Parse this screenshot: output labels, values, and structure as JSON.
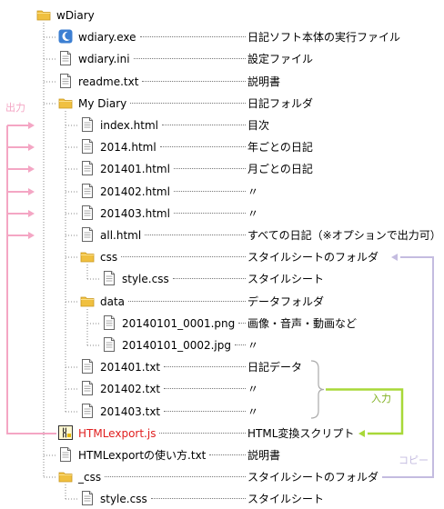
{
  "tree": [
    {
      "name": "wDiary",
      "desc": "",
      "icon": "folder-icon",
      "depth": 0,
      "key": "root"
    },
    {
      "name": "wdiary.exe",
      "desc": "日記ソフト本体の実行ファイル",
      "icon": "app-icon",
      "depth": 1,
      "key": "exe"
    },
    {
      "name": "wdiary.ini",
      "desc": "設定ファイル",
      "icon": "file-icon",
      "depth": 1,
      "key": "ini"
    },
    {
      "name": "readme.txt",
      "desc": "説明書",
      "icon": "file-icon",
      "depth": 1,
      "key": "readme"
    },
    {
      "name": "My Diary",
      "desc": "日記フォルダ",
      "icon": "folder-icon",
      "depth": 1,
      "key": "mydiary"
    },
    {
      "name": "index.html",
      "desc": "目次",
      "icon": "file-icon",
      "depth": 2,
      "key": "index"
    },
    {
      "name": "2014.html",
      "desc": "年ごとの日記",
      "icon": "file-icon",
      "depth": 2,
      "key": "y2014"
    },
    {
      "name": "201401.html",
      "desc": "月ごとの日記",
      "icon": "file-icon",
      "depth": 2,
      "key": "m01"
    },
    {
      "name": "201402.html",
      "desc": "〃",
      "icon": "file-icon",
      "depth": 2,
      "key": "m02"
    },
    {
      "name": "201403.html",
      "desc": "〃",
      "icon": "file-icon",
      "depth": 2,
      "key": "m03"
    },
    {
      "name": "all.html",
      "desc": "すべての日記（※オプションで出力可）",
      "icon": "file-icon",
      "depth": 2,
      "key": "all"
    },
    {
      "name": "css",
      "desc": "スタイルシートのフォルダ",
      "icon": "folder-icon",
      "depth": 2,
      "key": "css"
    },
    {
      "name": "style.css",
      "desc": "スタイルシート",
      "icon": "file-icon",
      "depth": 3,
      "key": "stylecss"
    },
    {
      "name": "data",
      "desc": "データフォルダ",
      "icon": "folder-icon",
      "depth": 2,
      "key": "data"
    },
    {
      "name": "20140101_0001.png",
      "desc": "画像・音声・動画など",
      "icon": "file-icon",
      "depth": 3,
      "key": "png"
    },
    {
      "name": "20140101_0002.jpg",
      "desc": "〃",
      "icon": "file-icon",
      "depth": 3,
      "key": "jpg"
    },
    {
      "name": "201401.txt",
      "desc": "日記データ",
      "icon": "file-icon",
      "depth": 2,
      "key": "t01"
    },
    {
      "name": "201402.txt",
      "desc": "〃",
      "icon": "file-icon",
      "depth": 2,
      "key": "t02"
    },
    {
      "name": "201403.txt",
      "desc": "〃",
      "icon": "file-icon",
      "depth": 2,
      "key": "t03"
    },
    {
      "name": "HTMLexport.js",
      "desc": "HTML変換スクリプト",
      "icon": "script-icon",
      "depth": 1,
      "key": "js",
      "highlight": true
    },
    {
      "name": "HTMLexportの使い方.txt",
      "desc": "説明書",
      "icon": "file-icon",
      "depth": 1,
      "key": "howto"
    },
    {
      "name": "_css",
      "desc": "スタイルシートのフォルダ",
      "icon": "folder-icon",
      "depth": 1,
      "key": "_css"
    },
    {
      "name": "style.css",
      "desc": "スタイルシート",
      "icon": "file-icon",
      "depth": 2,
      "key": "stylecss2"
    }
  ],
  "labels": {
    "output": "出力",
    "input": "入力",
    "copy": "コピー"
  },
  "colors": {
    "output": "#f4a6c4",
    "input": "#a8d838",
    "copy": "#c4bce0",
    "highlight": "#e02020",
    "folder": "#f0c040",
    "tree_line": "#888888"
  }
}
